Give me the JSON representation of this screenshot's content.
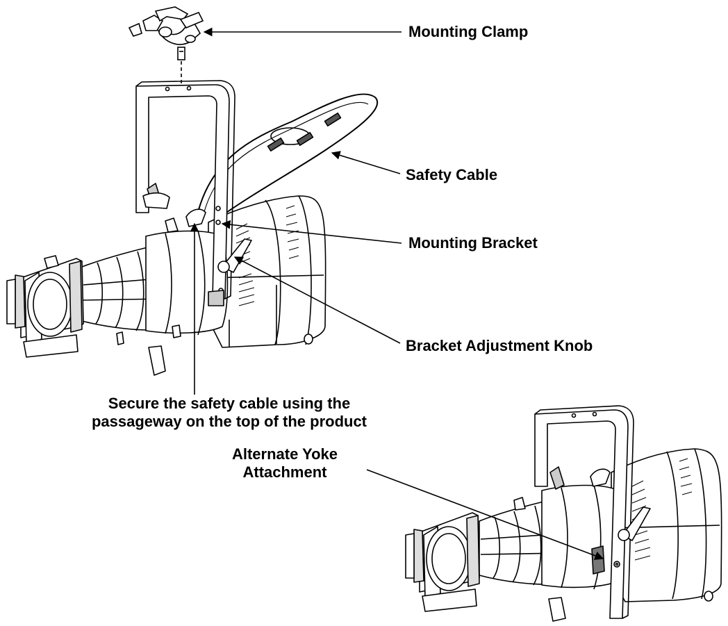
{
  "labels": {
    "mounting_clamp": "Mounting Clamp",
    "safety_cable": "Safety Cable",
    "mounting_bracket": "Mounting Bracket",
    "bracket_adjustment_knob": "Bracket Adjustment Knob",
    "secure_line1": "Secure the safety cable using the",
    "secure_line2": "passageway on the top of the product",
    "alternate_line1": "Alternate Yoke",
    "alternate_line2": "Attachment"
  },
  "colors": {
    "line": "#000000",
    "fill": "#ffffff",
    "shade": "#d9d9d9",
    "dark": "#555555"
  },
  "icons": {
    "clamp": "mounting-clamp-illustration",
    "fixture_main": "ellipsoidal-fixture-illustration",
    "fixture_alt": "ellipsoidal-fixture-alternate-yoke-illustration"
  }
}
